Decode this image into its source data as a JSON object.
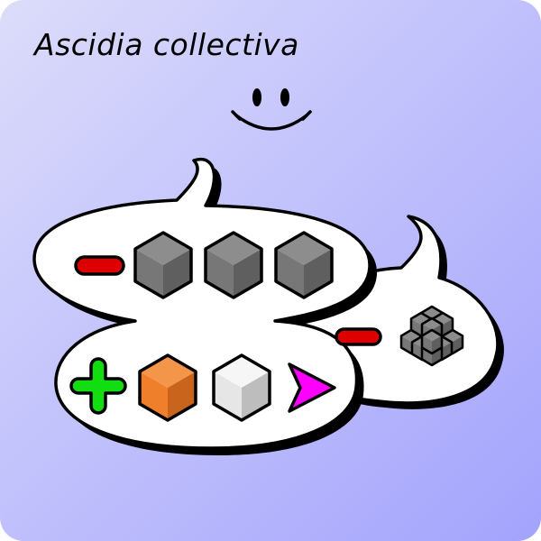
{
  "card": {
    "title": "Ascidia collectiva",
    "background_colors": [
      "#dcdcfb",
      "#a3a3fd"
    ]
  },
  "mood": {
    "icon": "smiley-face-icon"
  },
  "speech_bubbles": [
    {
      "name": "main-bubble",
      "rows": [
        {
          "operator": "minus",
          "operator_color": "#dd0000",
          "items": [
            {
              "icon": "gray-cube-icon",
              "color": "#777777"
            },
            {
              "icon": "gray-cube-icon",
              "color": "#777777"
            },
            {
              "icon": "gray-cube-icon",
              "color": "#777777"
            }
          ]
        },
        {
          "operator": "plus",
          "operator_color": "#11dd11",
          "items": [
            {
              "icon": "orange-cube-icon",
              "color": "#ef7f2a"
            },
            {
              "icon": "white-cube-icon",
              "color": "#eeeeee"
            },
            {
              "icon": "magenta-arrow-icon",
              "color": "#ff00ff"
            }
          ]
        }
      ]
    },
    {
      "name": "secondary-bubble",
      "rows": [
        {
          "operator": "minus",
          "operator_color": "#dd0000",
          "items": [
            {
              "icon": "cube-cluster-icon",
              "color": "#777777"
            }
          ]
        }
      ]
    }
  ]
}
